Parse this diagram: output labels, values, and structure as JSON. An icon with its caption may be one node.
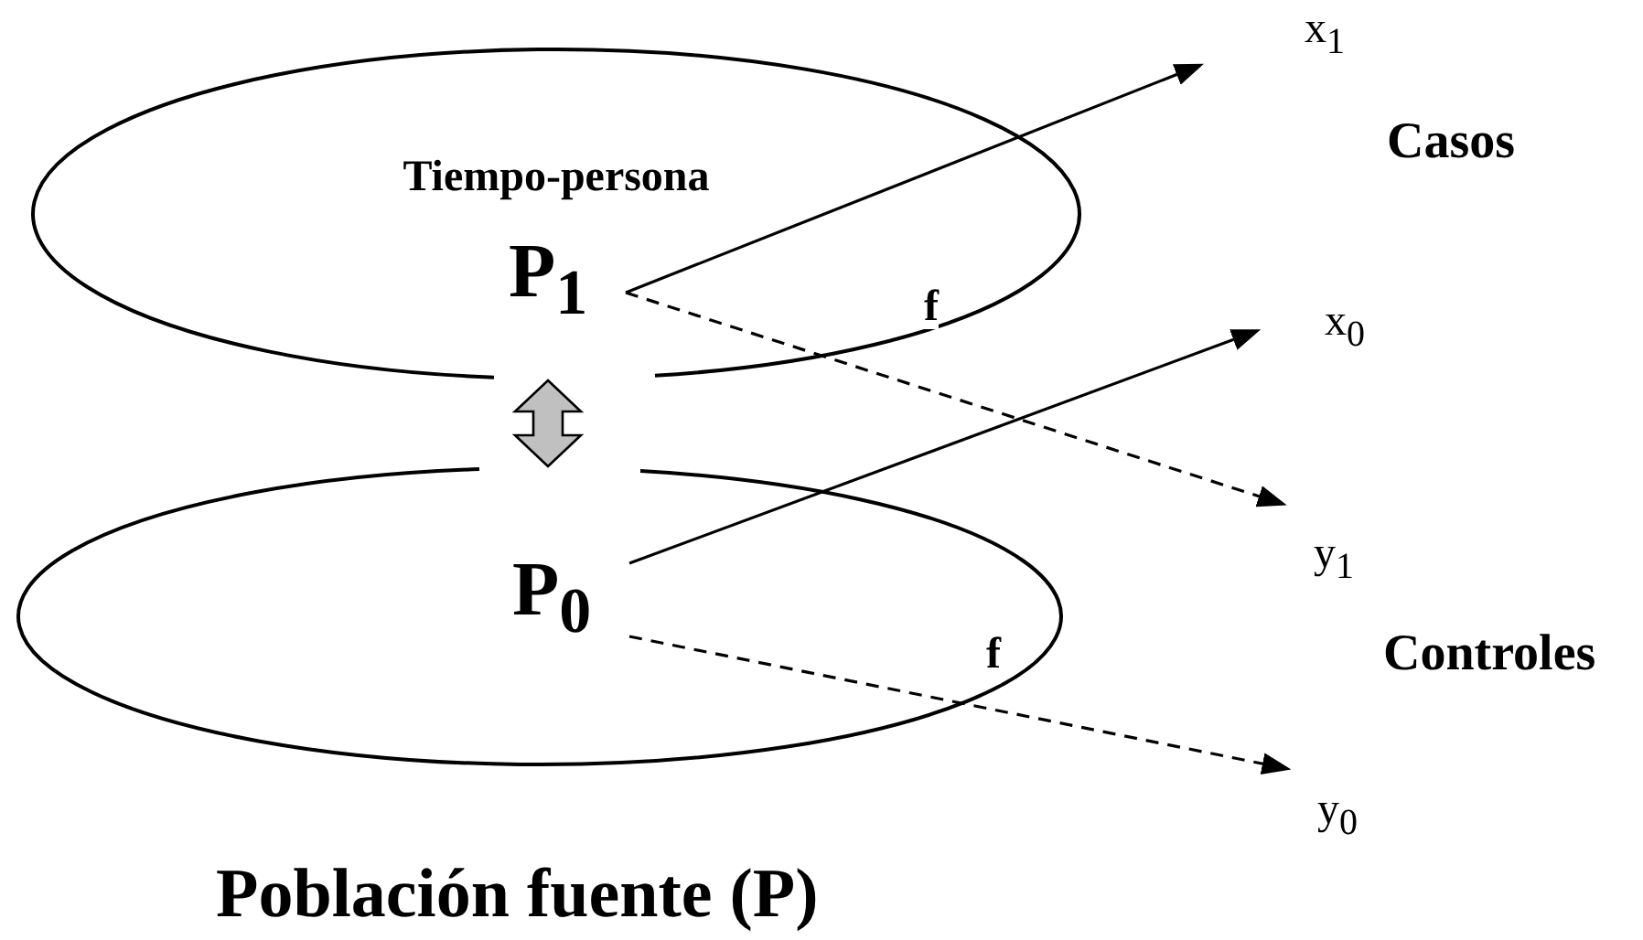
{
  "diagram": {
    "caption": "Población fuente (P)",
    "nodes": [
      {
        "text": [
          "Tiempo-persona"
        ]
      },
      {
        "text": [
          "P$_{1}$"
        ],
        "in": 0
      },
      {
        "text": [],
        "shape": "ellipse"
      },
      {
        "text": [
          "P$_{0}$"
        ],
        "in": 2
      },
      {
        "text": [
          "x$_{1}$"
        ]
      },
      {
        "text": [
          "x$_{0}$"
        ]
      },
      {
        "text": [
          "y$_{1}$"
        ]
      },
      {
        "text": [
          "y$_{0}$"
        ]
      }
    ],
    "edges": [
      {
        "from": 0,
        "to": 2,
        "arrow": "both",
        "style": "thick",
        "color": "#c0c0c0"
      },
      {
        "from": 1,
        "to": 4,
        "arrow": "to"
      },
      {
        "from": 1,
        "to": 6,
        "arrow": "to",
        "style": "dashed",
        "label": "f"
      },
      {
        "from": 3,
        "to": 5,
        "arrow": "to"
      },
      {
        "from": 3,
        "to": 7,
        "arrow": "to",
        "style": "dashed",
        "label": "f"
      }
    ],
    "labels": [
      "Casos",
      "Controles"
    ]
  }
}
